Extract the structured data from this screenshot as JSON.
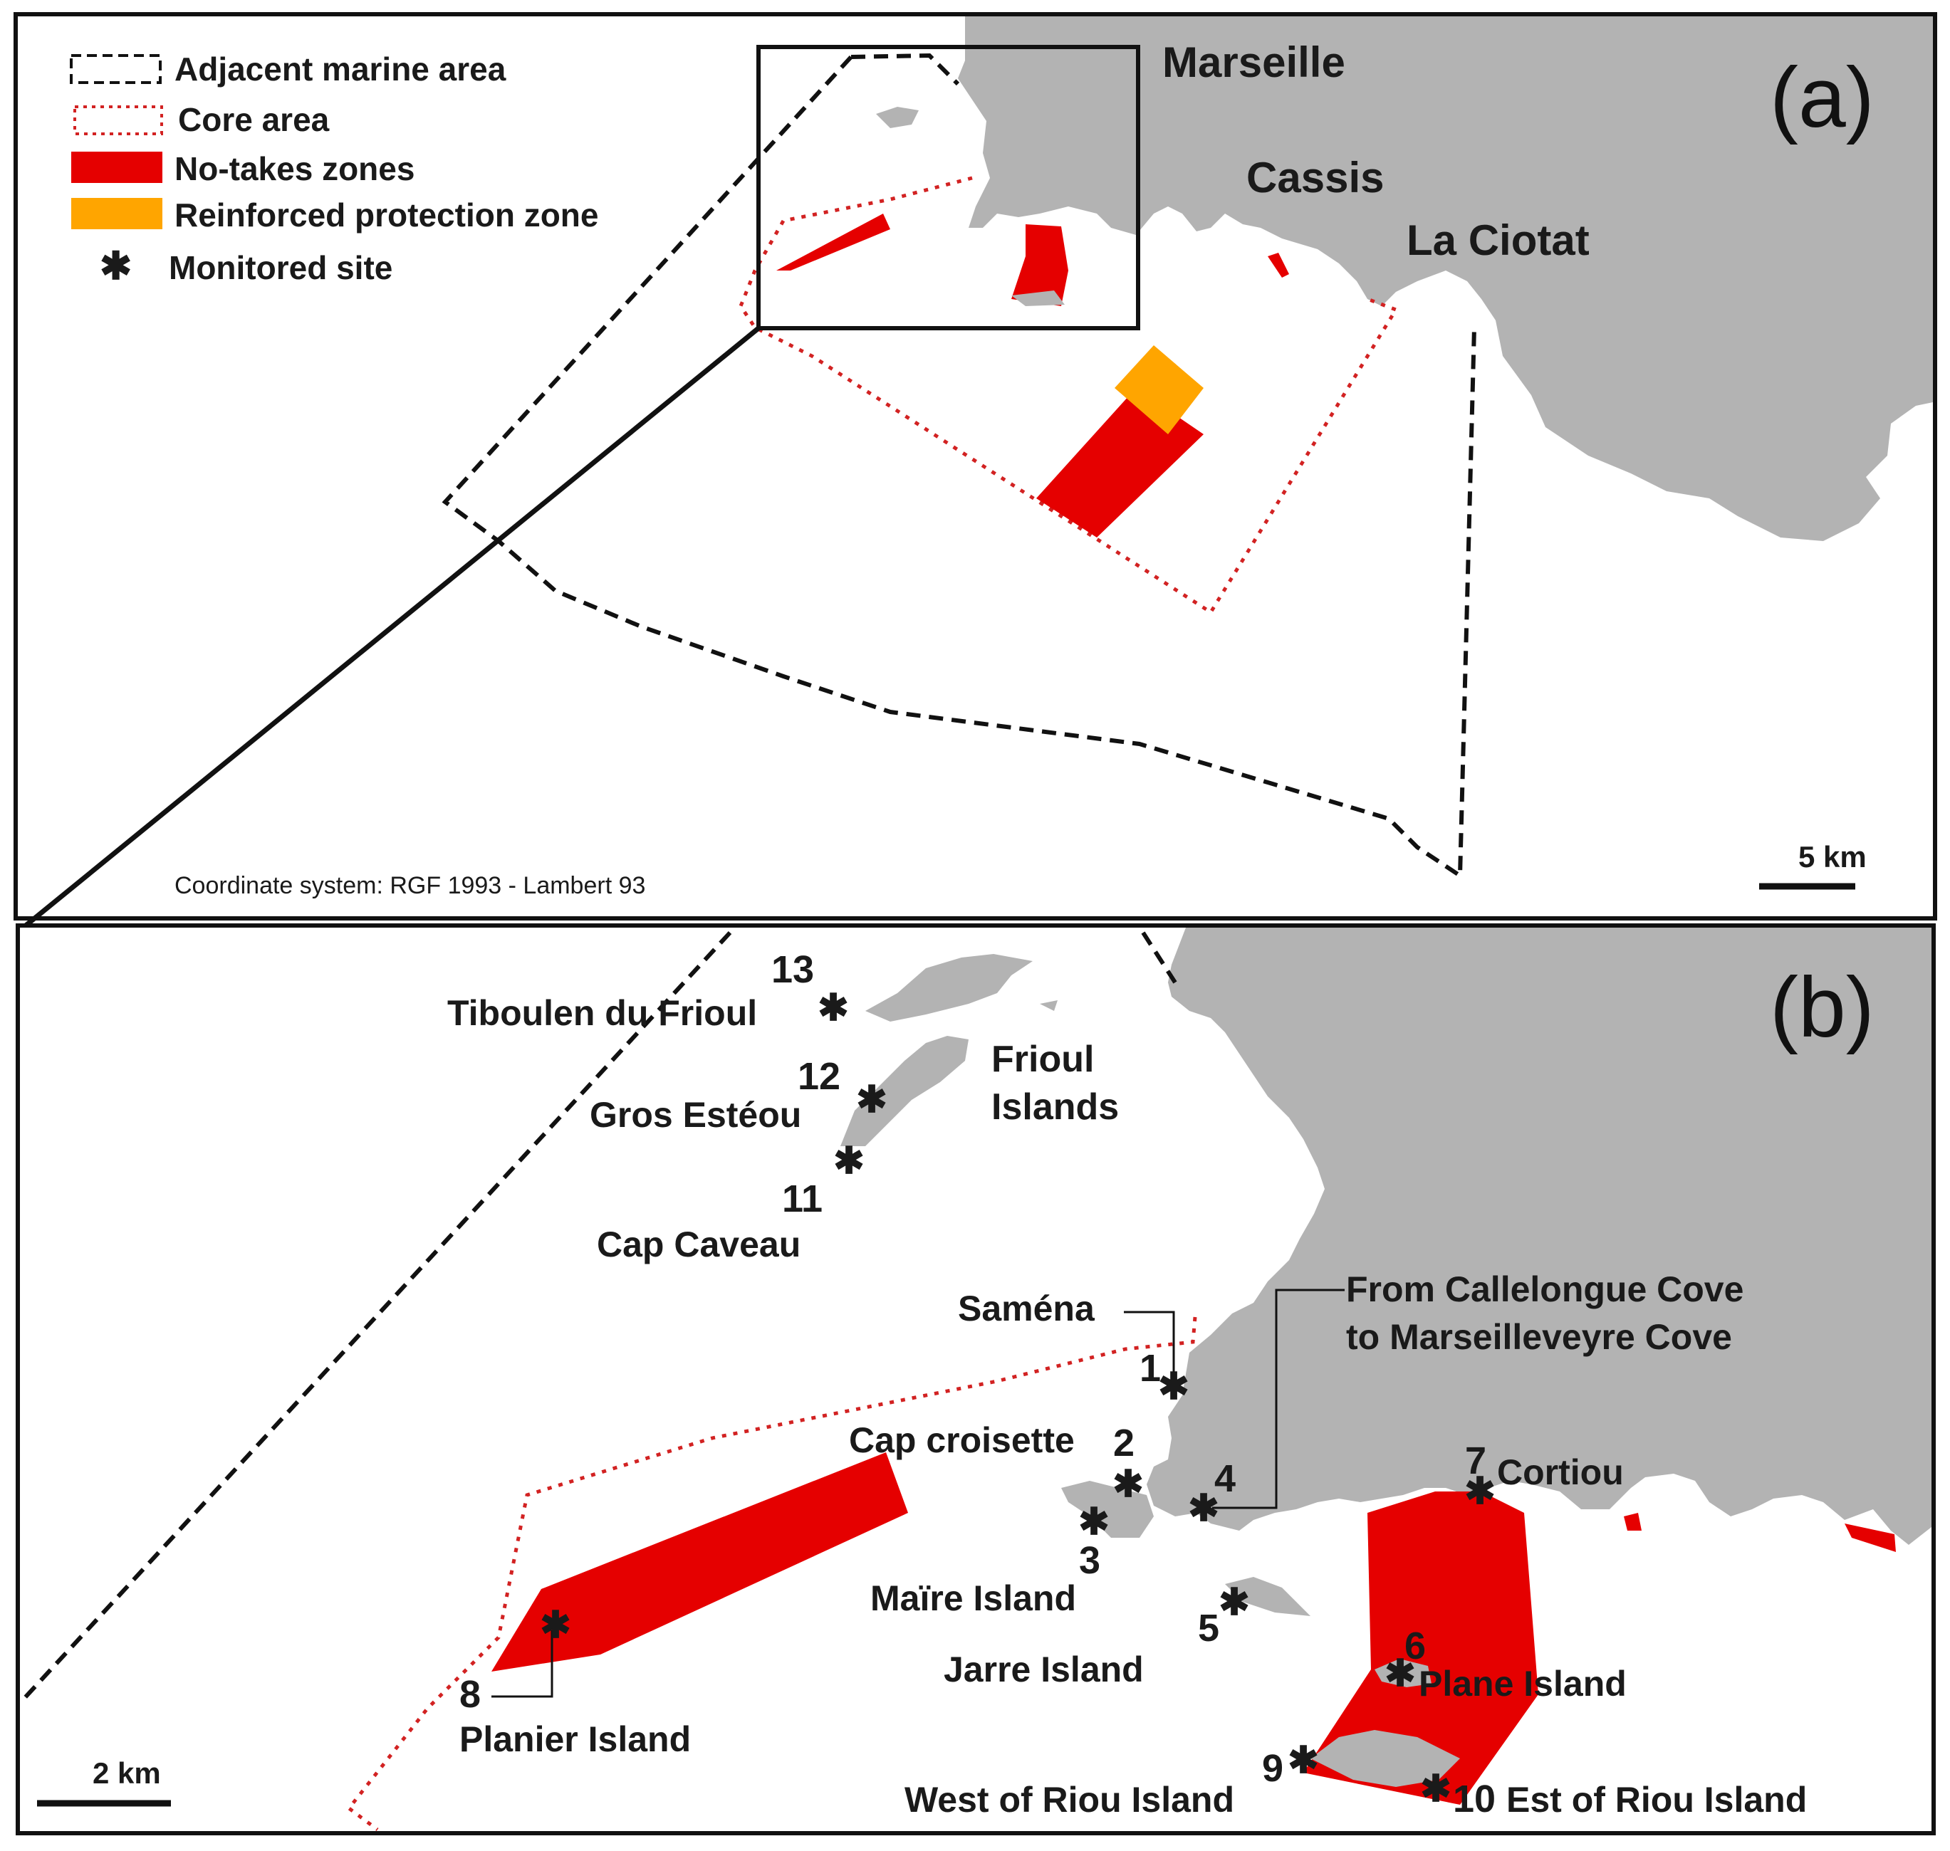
{
  "colors": {
    "land": "#b3b3b3",
    "no_take": "#e50000",
    "reinforced": "#ffa500",
    "core_border": "#d22222",
    "line": "#111111"
  },
  "panel_a": {
    "tag": "(a)",
    "cities": [
      "Marseille",
      "Cassis",
      "La Ciotat"
    ],
    "legend": {
      "adjacent": "Adjacent marine area",
      "core": "Core area",
      "no_take": "No-takes zones",
      "reinforced": "Reinforced protection zone",
      "site": "Monitored site"
    },
    "coordinate_system": "Coordinate system: RGF 1993 - Lambert 93",
    "scale": "5 km"
  },
  "panel_b": {
    "tag": "(b)",
    "scale": "2 km",
    "site_numbers": [
      "1",
      "2",
      "3",
      "4",
      "5",
      "6",
      "7",
      "8",
      "9",
      "10",
      "11",
      "12",
      "13"
    ],
    "site_names": {
      "s1": "Saména",
      "s2": "Cap croisette",
      "s3": "Maïre Island",
      "s4_line1": "From Callelongue Cove",
      "s4_line2": "to Marseilleveyre Cove",
      "s5": "Jarre Island",
      "s6": "Plane Island",
      "s7": "Cortiou",
      "s8": "Planier Island",
      "s9": "West of Riou Island",
      "s10": "Est of Riou Island",
      "s11": "Cap Caveau",
      "s12": "Gros Estéou",
      "s13": "Tiboulen du Frioul"
    },
    "place_names": {
      "frioul_line1": "Frioul",
      "frioul_line2": "Islands"
    }
  }
}
